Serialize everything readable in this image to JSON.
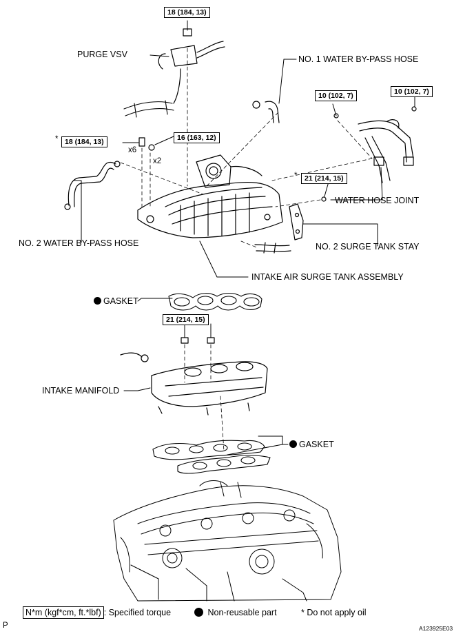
{
  "torque_specs": {
    "purge_bolt": "18 (184, 13)",
    "water_left": "10 (102, 7)",
    "water_right": "10 (102, 7)",
    "surge_bolt": "18 (184, 13)",
    "surge_nut": "16 (163, 12)",
    "stay_bolt": "21 (214, 15)",
    "manifold_nut": "21 (214, 15)"
  },
  "asterisk": "*",
  "quantities": {
    "bolts_x6": "x6",
    "nuts_x2": "x2"
  },
  "parts": {
    "purge_vsv": "PURGE VSV",
    "no1_hose": "NO. 1 WATER BY-PASS HOSE",
    "no2_hose": "NO. 2 WATER BY-PASS HOSE",
    "water_joint": "WATER HOSE JOINT",
    "no2_stay": "NO. 2 SURGE TANK STAY",
    "surge_tank": "INTAKE AIR SURGE TANK ASSEMBLY",
    "gasket_upper": "GASKET",
    "manifold": "INTAKE MANIFOLD",
    "gasket_lower": "GASKET"
  },
  "legend": {
    "torque_units": "N*m (kgf*cm, ft.*lbf)",
    "torque_desc": ": Specified torque",
    "nonreusable": "Non-reusable part",
    "no_oil": "* Do not apply oil"
  },
  "footer": {
    "corner_letter": "P",
    "figure_id": "A123925E03"
  }
}
